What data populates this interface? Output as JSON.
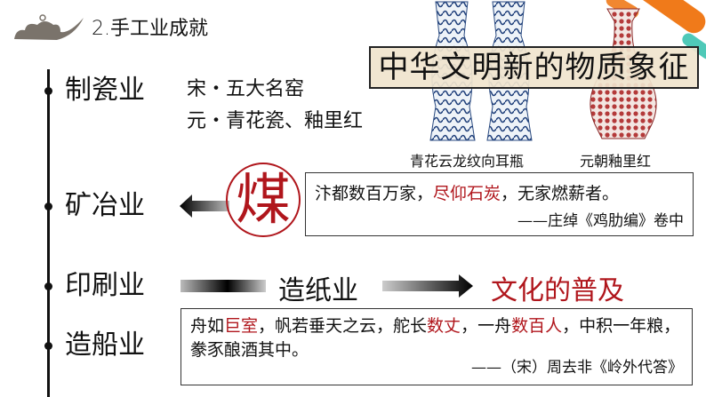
{
  "title": "2.手工业成就",
  "categories": [
    "制瓷业",
    "矿冶业",
    "印刷业",
    "造船业"
  ],
  "porcelain": {
    "line1": "宋・五大名窑",
    "line2": "元・青花瓷、釉里红"
  },
  "banner": "中华文明新的物质象征",
  "captions": [
    "青花云龙纹向耳瓶",
    "元朝釉里红"
  ],
  "coal": {
    "seal": "煤",
    "quote_a": "汴都数百万家，",
    "quote_red": "尽仰石炭",
    "quote_b": "，无家燃薪者。",
    "source": "——庄绰《鸡肋编》卷中"
  },
  "printing": {
    "paper": "造纸业",
    "result": "文化的普及"
  },
  "ship": {
    "p1": "舟如",
    "r1": "巨室",
    "p2": "，帆若垂天之云，舵长",
    "r2": "数丈",
    "p3": "，一舟",
    "r3": "数百人",
    "p4": "，中积一年粮，豢豕酿酒其中。",
    "source": "——（宋）周去非《岭外代答》"
  },
  "colors": {
    "accent_red": "#b0161c",
    "orange": "#f07a1a",
    "teal": "#4fc9b8"
  }
}
